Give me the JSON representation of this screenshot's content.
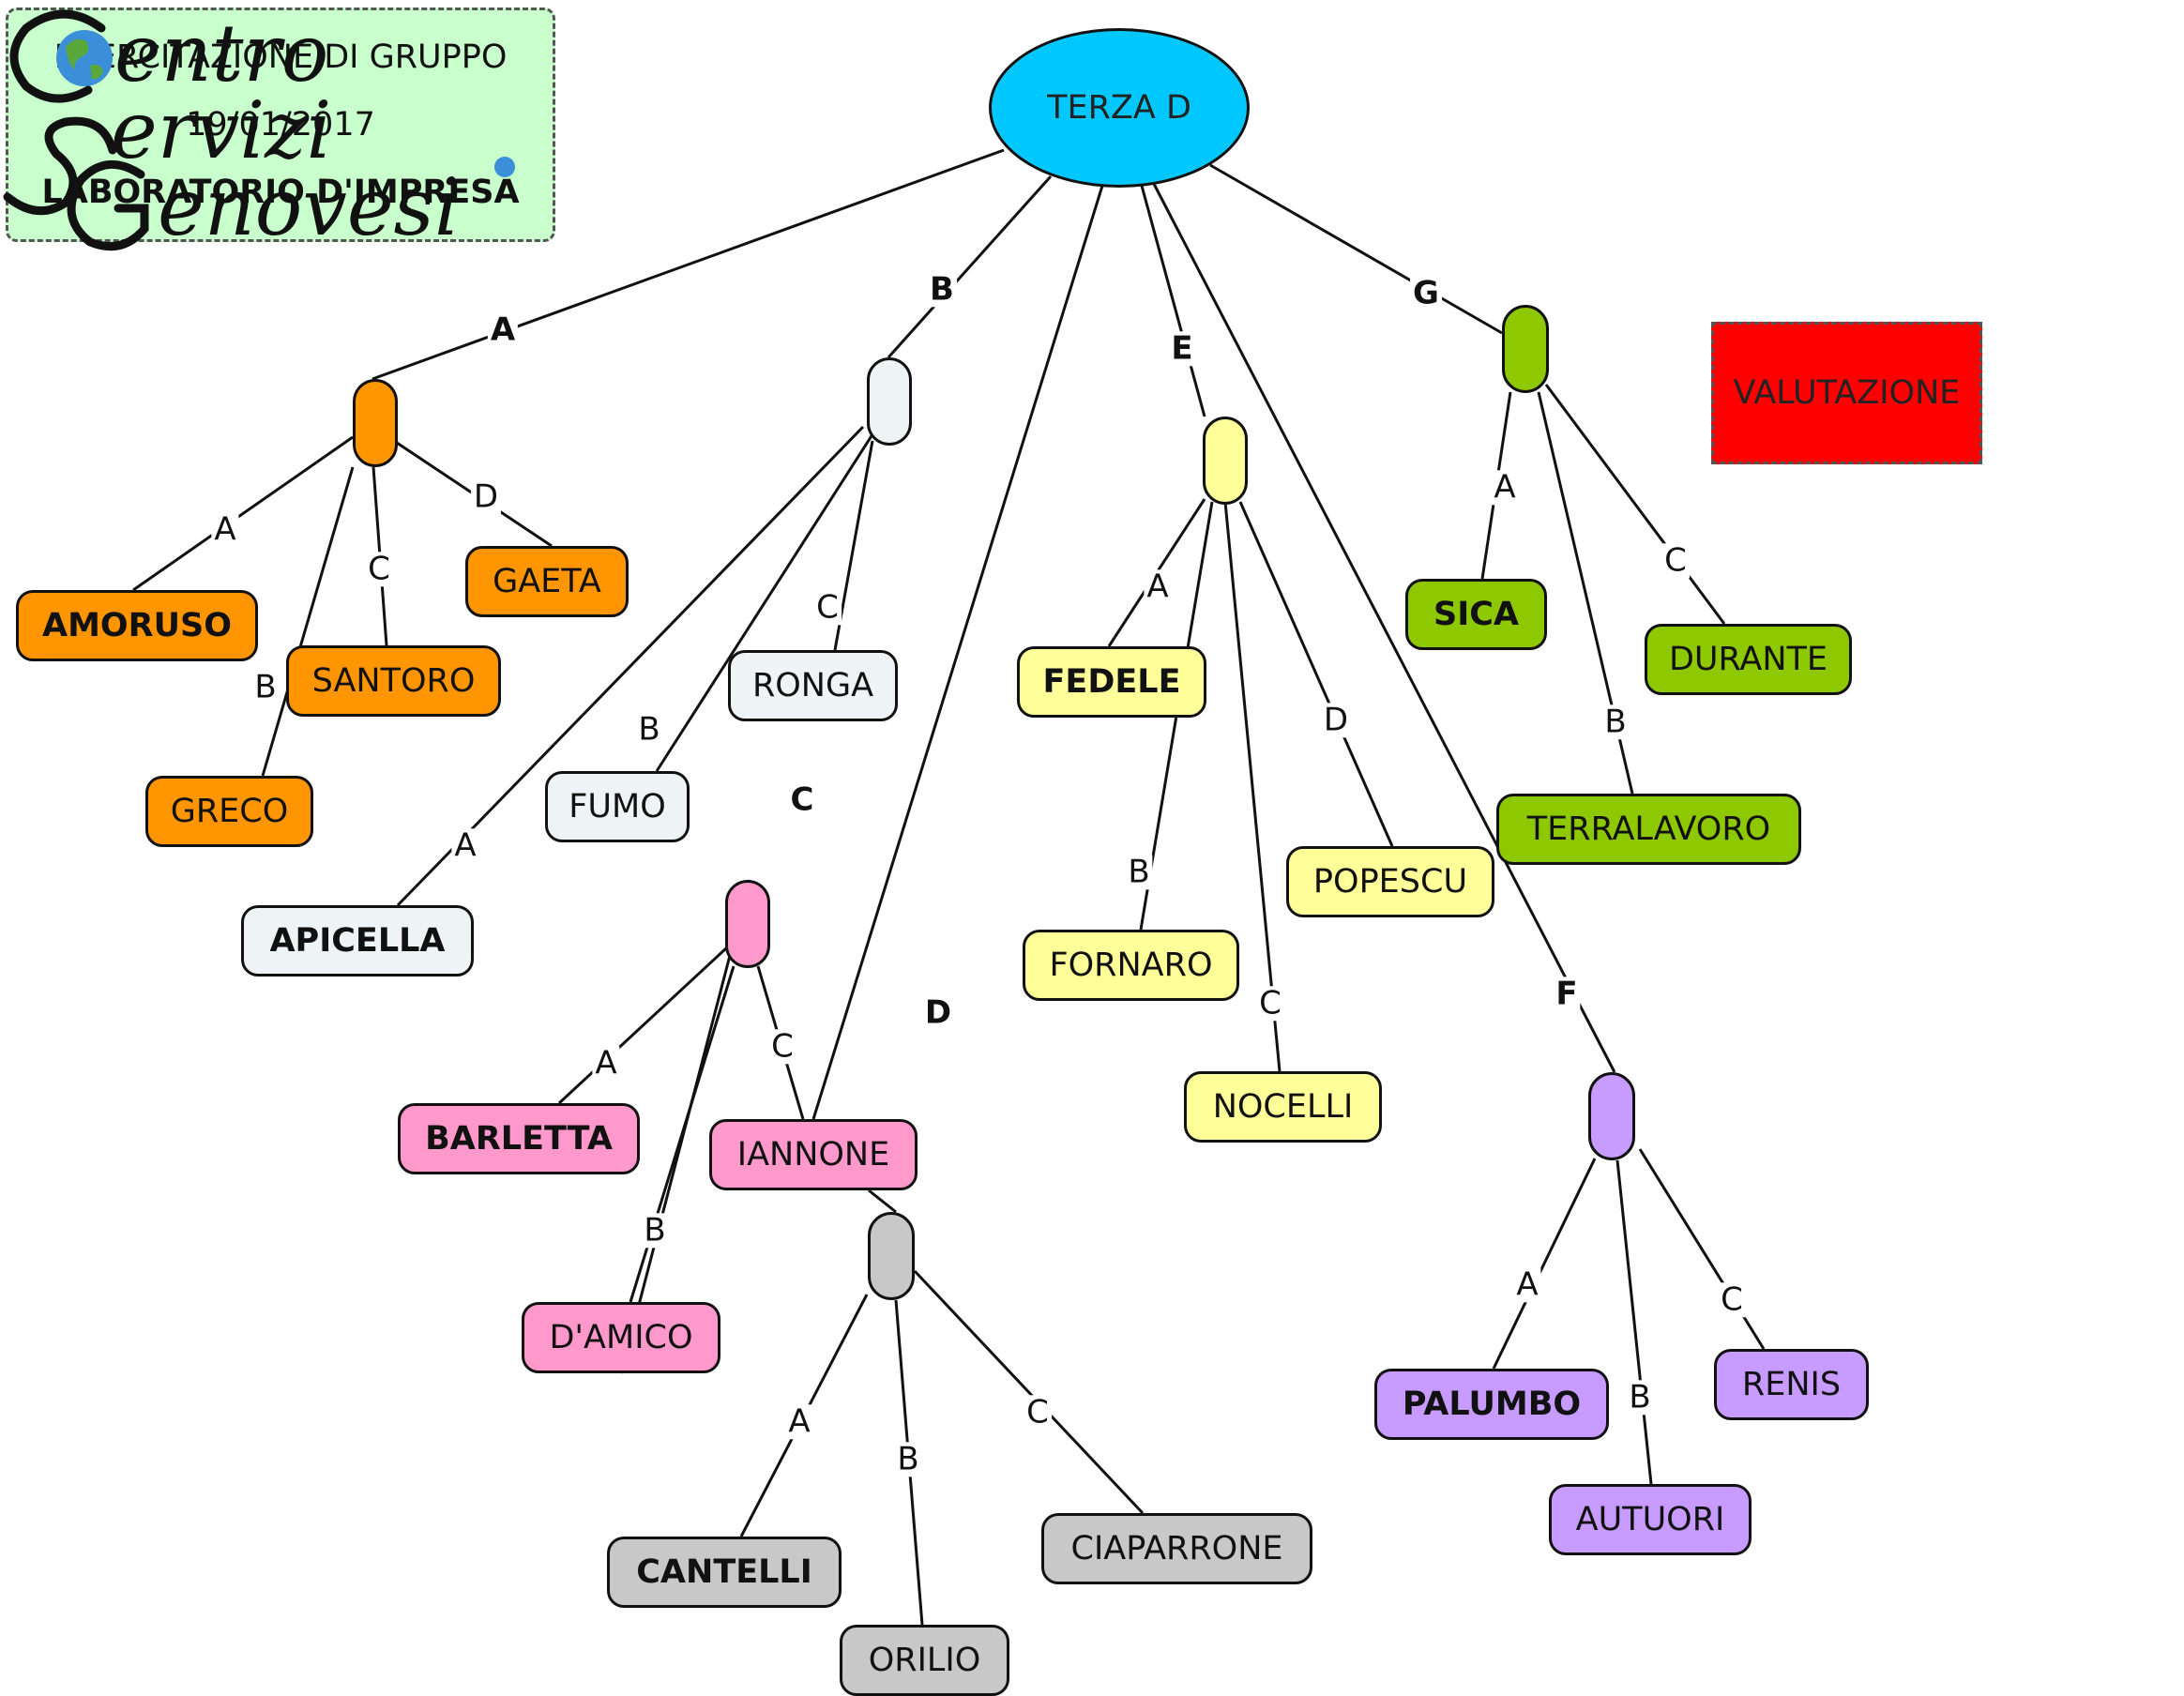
{
  "header": {
    "line1": "ESERCITAZIONE DI GRUPPO",
    "line2": "19/01/2017",
    "line3": "LABORATORIO D'IMPRESA"
  },
  "logo": {
    "line1": "entro",
    "line2": "ervizi",
    "line3": "enovesi",
    "icon": "globe-icon"
  },
  "valutazione": "VALUTAZIONE",
  "root": "TERZA D",
  "groups": [
    {
      "key": "A",
      "color": "#ff9500",
      "members": [
        {
          "key": "A",
          "name": "AMORUSO",
          "leader": true
        },
        {
          "key": "B",
          "name": "GRECO"
        },
        {
          "key": "C",
          "name": "SANTORO"
        },
        {
          "key": "D",
          "name": "GAETA"
        }
      ]
    },
    {
      "key": "B",
      "color": "#eef4f5",
      "members": [
        {
          "key": "A",
          "name": "APICELLA",
          "leader": true
        },
        {
          "key": "B",
          "name": "FUMO"
        },
        {
          "key": "C",
          "name": "RONGA"
        }
      ]
    },
    {
      "key": "C",
      "color": "#ff99cc",
      "members": [
        {
          "key": "A",
          "name": "BARLETTA",
          "leader": true
        },
        {
          "key": "B",
          "name": "D'AMICO"
        },
        {
          "key": "C",
          "name": "IANNONE"
        }
      ]
    },
    {
      "key": "D",
      "color": "#c8c8c8",
      "members": [
        {
          "key": "A",
          "name": "CANTELLI",
          "leader": true
        },
        {
          "key": "B",
          "name": "ORILIO"
        },
        {
          "key": "C",
          "name": "CIAPARRONE"
        }
      ]
    },
    {
      "key": "E",
      "color": "#ffff99",
      "members": [
        {
          "key": "A",
          "name": "FEDELE",
          "leader": true
        },
        {
          "key": "B",
          "name": "FORNARO"
        },
        {
          "key": "C",
          "name": "NOCELLI"
        },
        {
          "key": "D",
          "name": "POPESCU"
        }
      ]
    },
    {
      "key": "F",
      "color": "#c79bff",
      "members": [
        {
          "key": "A",
          "name": "PALUMBO",
          "leader": true
        },
        {
          "key": "B",
          "name": "AUTUORI"
        },
        {
          "key": "C",
          "name": "RENIS"
        }
      ]
    },
    {
      "key": "G",
      "color": "#8ec800",
      "members": [
        {
          "key": "A",
          "name": "SICA",
          "leader": true
        },
        {
          "key": "B",
          "name": "TERRALAVORO"
        },
        {
          "key": "C",
          "name": "DURANTE"
        }
      ]
    }
  ]
}
